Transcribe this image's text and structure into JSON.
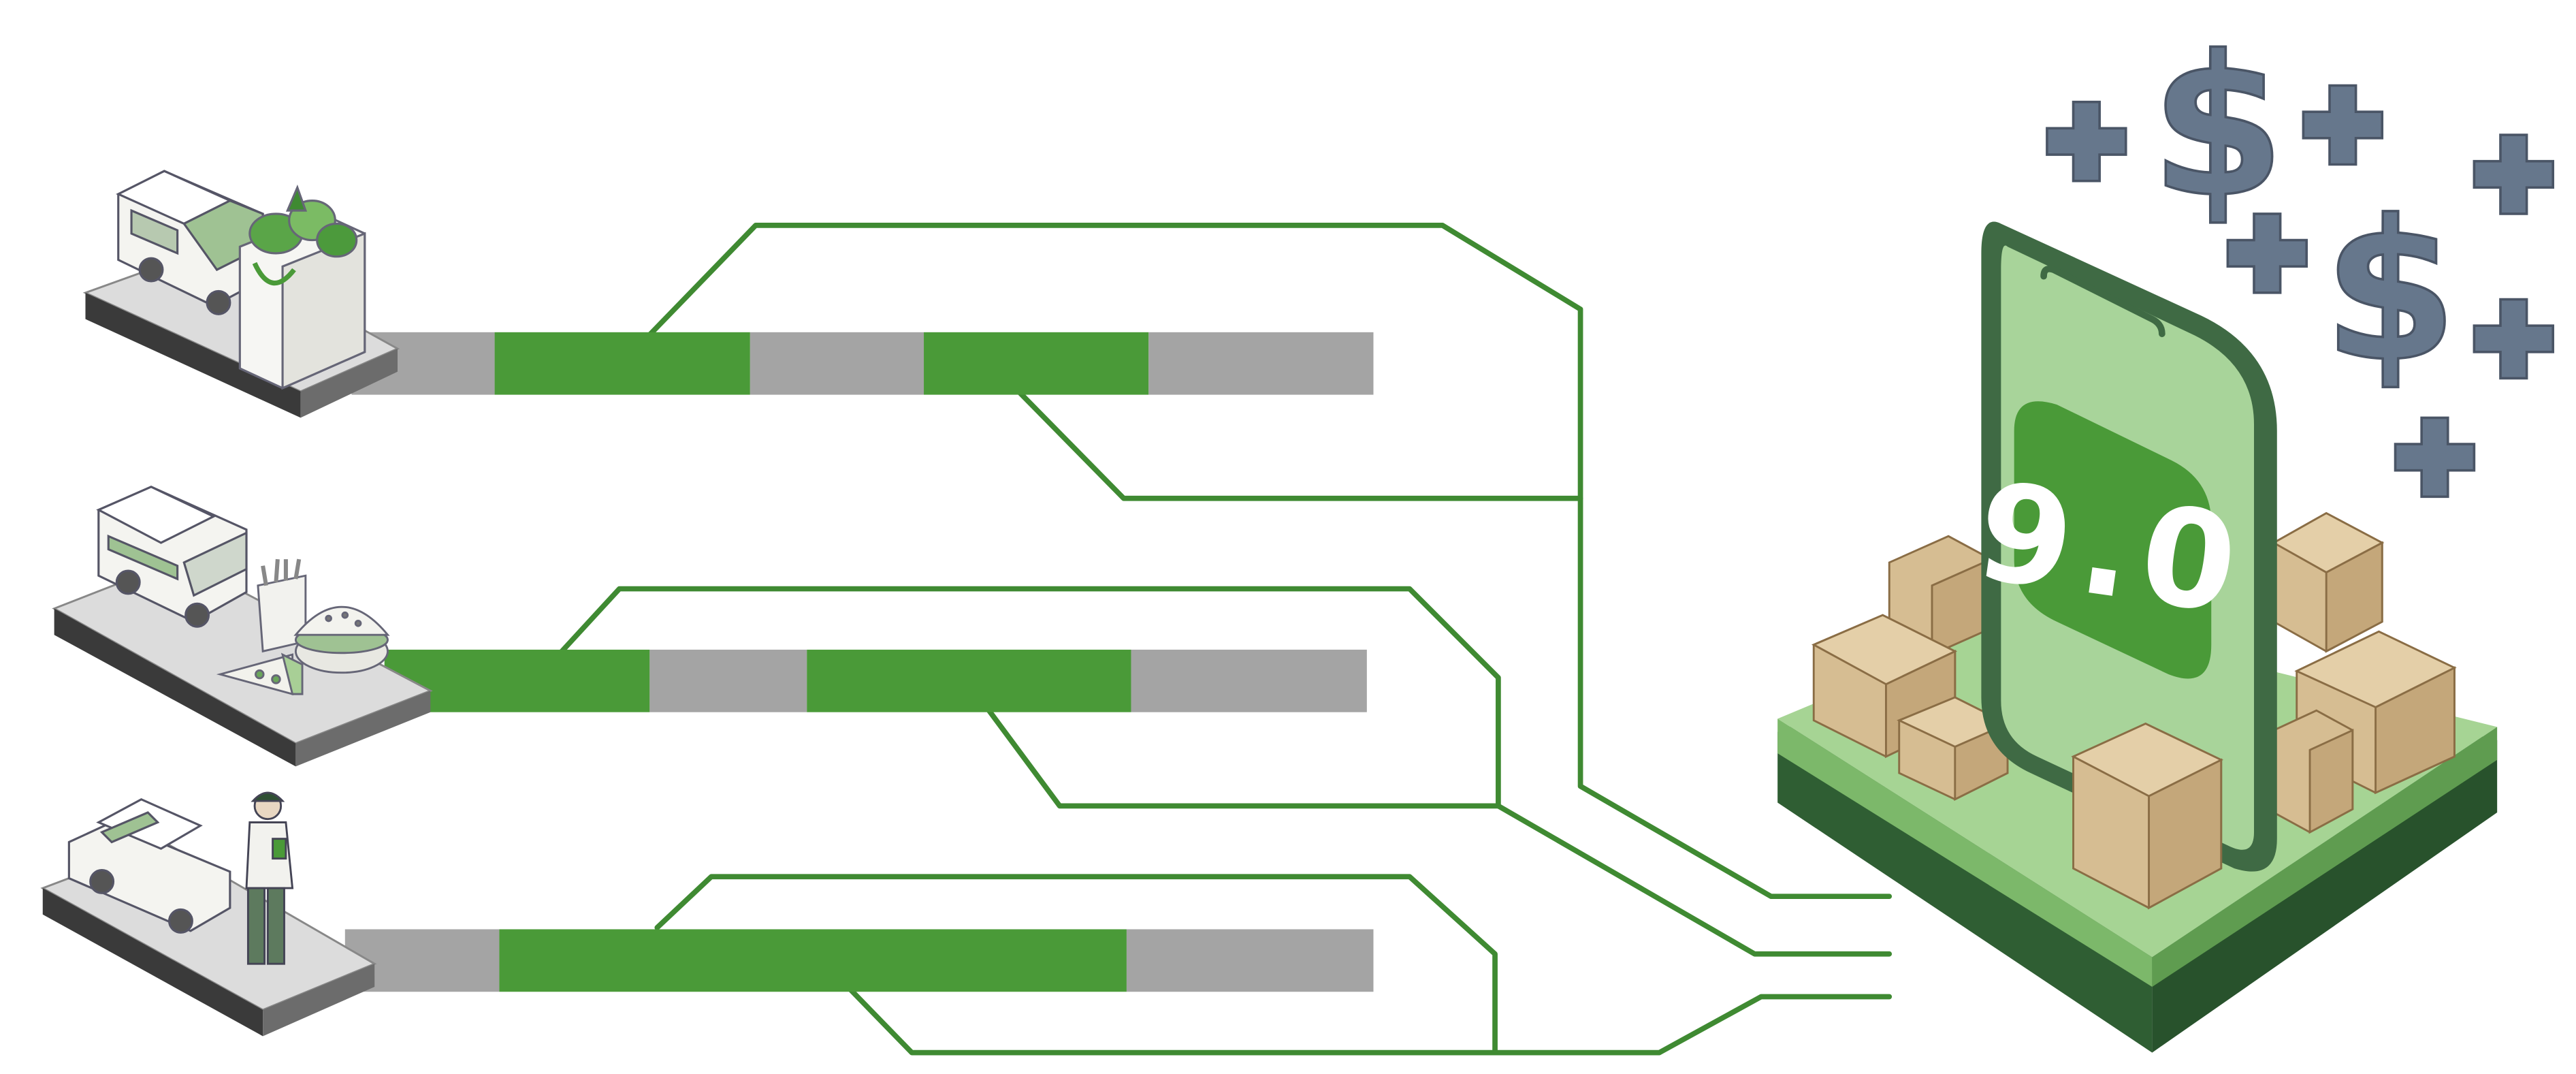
{
  "phone": {
    "app_label": "9.0"
  },
  "colors": {
    "accent_green": "#4a9a38",
    "wire_green": "#3f8a32",
    "bar_grey": "#a4a4a4",
    "phone_screen": "#a8d49a",
    "phone_frame": "#3f6a44",
    "platform_top": "#a6d494",
    "platform_side": "#3a6e3e",
    "box_tan": "#d6bd92",
    "dollar_grey": "#66778c"
  },
  "icons": {
    "row1": [
      "van-icon",
      "grocery-bag-icon"
    ],
    "row2": [
      "delivery-van-icon",
      "fries-icon",
      "burger-icon",
      "pizza-icon"
    ],
    "row3": [
      "car-icon",
      "driver-with-phone-icon"
    ],
    "hub": [
      "smartphone-icon",
      "cardboard-box-icon",
      "dollar-sign-icon",
      "plus-icon"
    ]
  },
  "bars": [
    {
      "segments": [
        [
          "grey",
          0.0,
          0.14
        ],
        [
          "green",
          0.14,
          0.39
        ],
        [
          "grey",
          0.39,
          0.56
        ],
        [
          "green",
          0.56,
          0.78
        ],
        [
          "grey",
          0.78,
          1.0
        ]
      ]
    },
    {
      "segments": [
        [
          "green",
          0.0,
          0.27
        ],
        [
          "grey",
          0.27,
          0.43
        ],
        [
          "green",
          0.43,
          0.76
        ],
        [
          "grey",
          0.76,
          1.0
        ]
      ]
    },
    {
      "segments": [
        [
          "grey",
          0.0,
          0.15
        ],
        [
          "green",
          0.15,
          0.76
        ],
        [
          "grey",
          0.76,
          1.0
        ]
      ]
    }
  ]
}
